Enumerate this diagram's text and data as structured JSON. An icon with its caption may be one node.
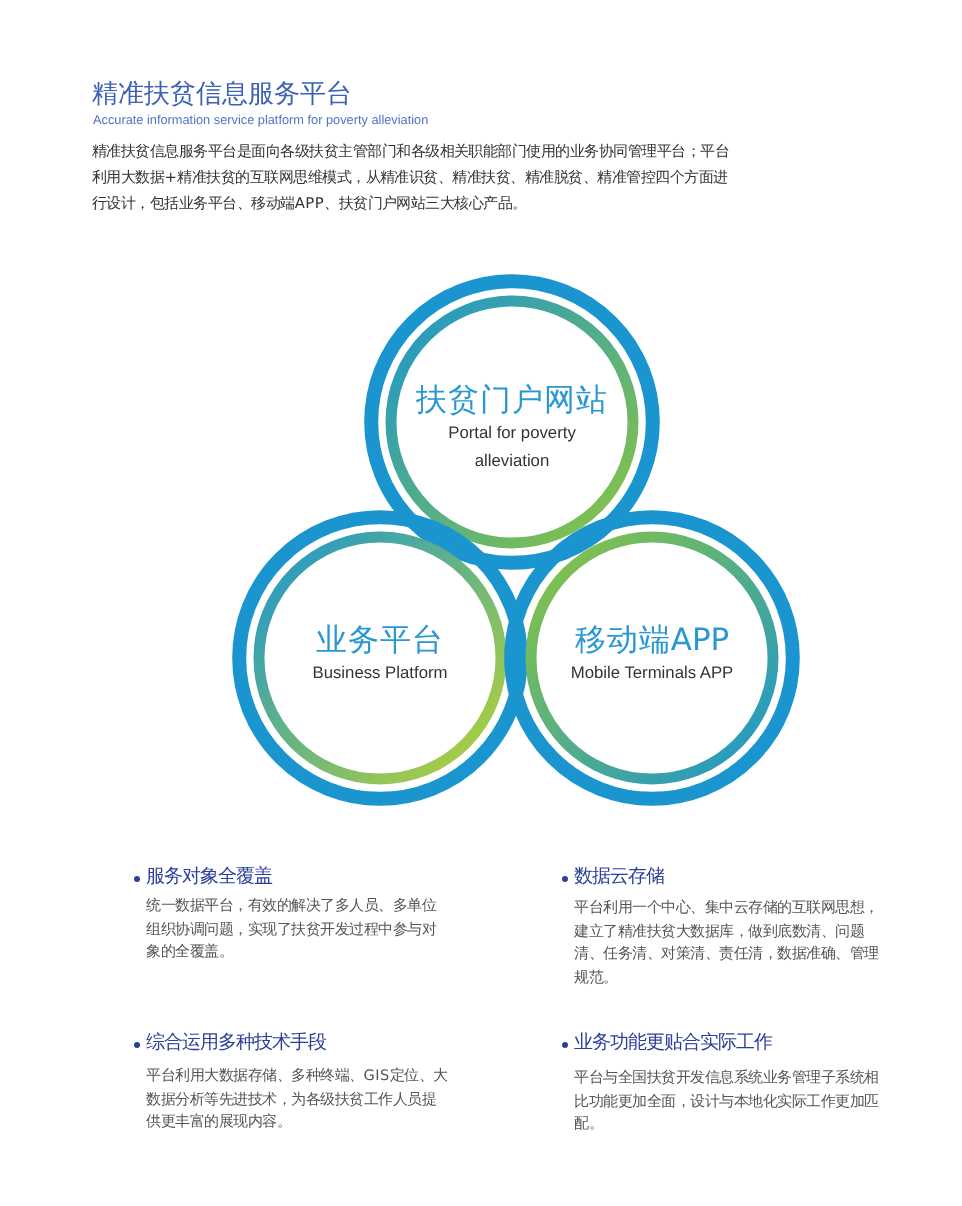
{
  "diagram": {
    "title": "精准扶贫信息服务平台",
    "nodes": [
      {
        "text": [
          "扶贫门户网站",
          "Portal for poverty alleviation"
        ]
      },
      {
        "text": [
          "业务平台",
          "Business Platform"
        ]
      },
      {
        "text": [
          "移动端APP",
          "Mobile Terminals APP"
        ]
      }
    ],
    "labels": [
      "Accurate information service platform for poverty alleviation",
      "精准扶贫信息服务平台是面向各级扶贫主管部门和各级相关职能部门使用的业务协同管理平台；平台利用大数据+精准扶贫的互联网思维模式，从精准识贫、精准扶贫、精准脱贫、精准管控四个方面进行设计，包括业务平台、移动端APP、扶贫门户网站三大核心产品。",
      "服务对象全覆盖",
      "统一数据平台，有效的解决了多人员、多单位组织协调问题，实现了扶贫开发过程中参与对象的全覆盖。",
      "数据云存储",
      "平台利用一个中心、集中云存储的互联网思想，建立了精准扶贫大数据库，做到底数清、问题清、任务清、对策清、责任清，数据准确、管理规范。",
      "综合运用多种技术手段",
      "平台利用大数据存储、多种终端、GIS定位、大数据分析等先进技术，为各级扶贫工作人员提供更丰富的展现内容。",
      "业务功能更贴合实际工作",
      "平台与全国扶贫开发信息系统业务管理子系统相比功能更加全面，设计与本地化实际工作更加匹配。"
    ]
  }
}
